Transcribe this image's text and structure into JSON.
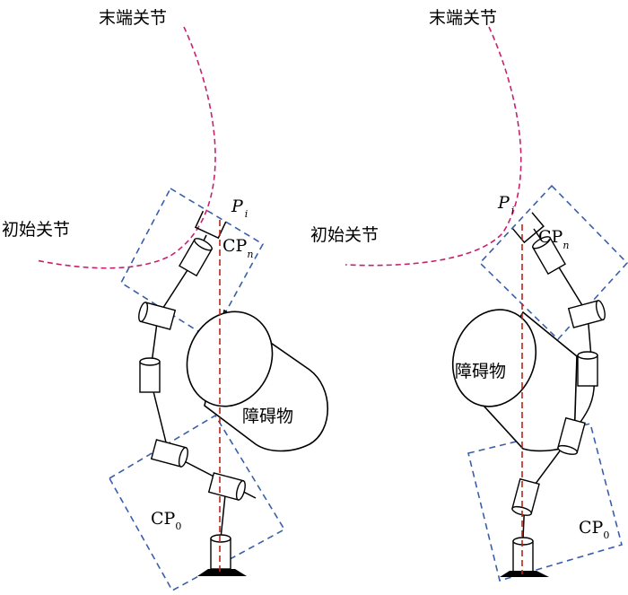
{
  "labels": {
    "end_joint": "末端关节",
    "initial_joint": "初始关节",
    "obstacle": "障碍物",
    "point_p": "P",
    "point_p_sub": "i",
    "cp_n": "CP",
    "cp_n_sub": "n",
    "cp_0": "CP",
    "cp_0_sub": "0"
  },
  "colors": {
    "trajectory": "#c8206e",
    "vertical_reference": "#b8261e",
    "control_region": "#3a5fa8"
  }
}
